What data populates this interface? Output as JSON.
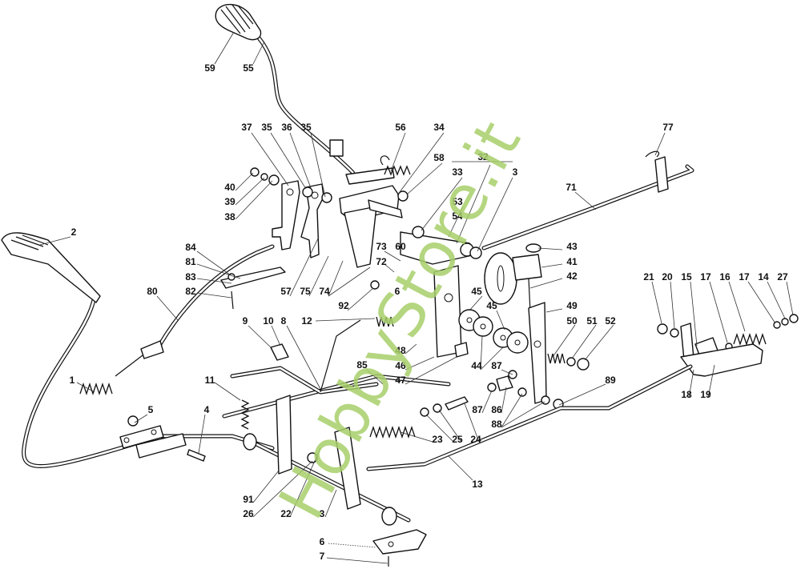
{
  "diagram": {
    "type": "exploded-parts-diagram",
    "subject": "lawn tractor pedal / brake / gear-lever linkage assembly",
    "watermark": "HobbyStore.it",
    "watermark_color": "#a8cf6a",
    "callouts": [
      {
        "id": "c59",
        "label": "59"
      },
      {
        "id": "c55",
        "label": "55"
      },
      {
        "id": "c37",
        "label": "37"
      },
      {
        "id": "c35a",
        "label": "35"
      },
      {
        "id": "c36",
        "label": "36"
      },
      {
        "id": "c35b",
        "label": "35"
      },
      {
        "id": "c56",
        "label": "56"
      },
      {
        "id": "c34",
        "label": "34"
      },
      {
        "id": "c58",
        "label": "58"
      },
      {
        "id": "c32",
        "label": "32"
      },
      {
        "id": "c33",
        "label": "33"
      },
      {
        "id": "c3x",
        "label": "3"
      },
      {
        "id": "c53",
        "label": "53"
      },
      {
        "id": "c54",
        "label": "54"
      },
      {
        "id": "c77",
        "label": "77"
      },
      {
        "id": "c71",
        "label": "71"
      },
      {
        "id": "c40",
        "label": "40"
      },
      {
        "id": "c39",
        "label": "39"
      },
      {
        "id": "c38",
        "label": "38"
      },
      {
        "id": "c2",
        "label": "2"
      },
      {
        "id": "c84",
        "label": "84"
      },
      {
        "id": "c81",
        "label": "81"
      },
      {
        "id": "c83",
        "label": "83"
      },
      {
        "id": "c82",
        "label": "82"
      },
      {
        "id": "c80",
        "label": "80"
      },
      {
        "id": "c57",
        "label": "57"
      },
      {
        "id": "c75",
        "label": "75"
      },
      {
        "id": "c74",
        "label": "74"
      },
      {
        "id": "c73",
        "label": "73"
      },
      {
        "id": "c60",
        "label": "60"
      },
      {
        "id": "c72",
        "label": "72"
      },
      {
        "id": "c6x",
        "label": "6"
      },
      {
        "id": "c92",
        "label": "92"
      },
      {
        "id": "c43",
        "label": "43"
      },
      {
        "id": "c41",
        "label": "41"
      },
      {
        "id": "c42",
        "label": "42"
      },
      {
        "id": "c45a",
        "label": "45"
      },
      {
        "id": "c45b",
        "label": "45"
      },
      {
        "id": "c49",
        "label": "49"
      },
      {
        "id": "c50",
        "label": "50"
      },
      {
        "id": "c51",
        "label": "51"
      },
      {
        "id": "c52",
        "label": "52"
      },
      {
        "id": "c21",
        "label": "21"
      },
      {
        "id": "c20",
        "label": "20"
      },
      {
        "id": "c15",
        "label": "15"
      },
      {
        "id": "c17a",
        "label": "17"
      },
      {
        "id": "c16",
        "label": "16"
      },
      {
        "id": "c17b",
        "label": "17"
      },
      {
        "id": "c14",
        "label": "14"
      },
      {
        "id": "c27",
        "label": "27"
      },
      {
        "id": "c9",
        "label": "9"
      },
      {
        "id": "c10",
        "label": "10"
      },
      {
        "id": "c8",
        "label": "8"
      },
      {
        "id": "c12",
        "label": "12"
      },
      {
        "id": "c48",
        "label": "48"
      },
      {
        "id": "c46",
        "label": "46"
      },
      {
        "id": "c47",
        "label": "47"
      },
      {
        "id": "c44",
        "label": "44"
      },
      {
        "id": "c87a",
        "label": "87"
      },
      {
        "id": "c85",
        "label": "85"
      },
      {
        "id": "c1",
        "label": "1"
      },
      {
        "id": "c11",
        "label": "11"
      },
      {
        "id": "c89",
        "label": "89"
      },
      {
        "id": "c87b",
        "label": "87"
      },
      {
        "id": "c86",
        "label": "86"
      },
      {
        "id": "c88",
        "label": "88"
      },
      {
        "id": "c18",
        "label": "18"
      },
      {
        "id": "c19",
        "label": "19"
      },
      {
        "id": "c5",
        "label": "5"
      },
      {
        "id": "c4",
        "label": "4"
      },
      {
        "id": "c23",
        "label": "23"
      },
      {
        "id": "c25",
        "label": "25"
      },
      {
        "id": "c24",
        "label": "24"
      },
      {
        "id": "c13",
        "label": "13"
      },
      {
        "id": "c91",
        "label": "91"
      },
      {
        "id": "c26",
        "label": "26"
      },
      {
        "id": "c22",
        "label": "22"
      },
      {
        "id": "c3",
        "label": "3"
      },
      {
        "id": "c6",
        "label": "6"
      },
      {
        "id": "c7",
        "label": "7"
      }
    ]
  }
}
